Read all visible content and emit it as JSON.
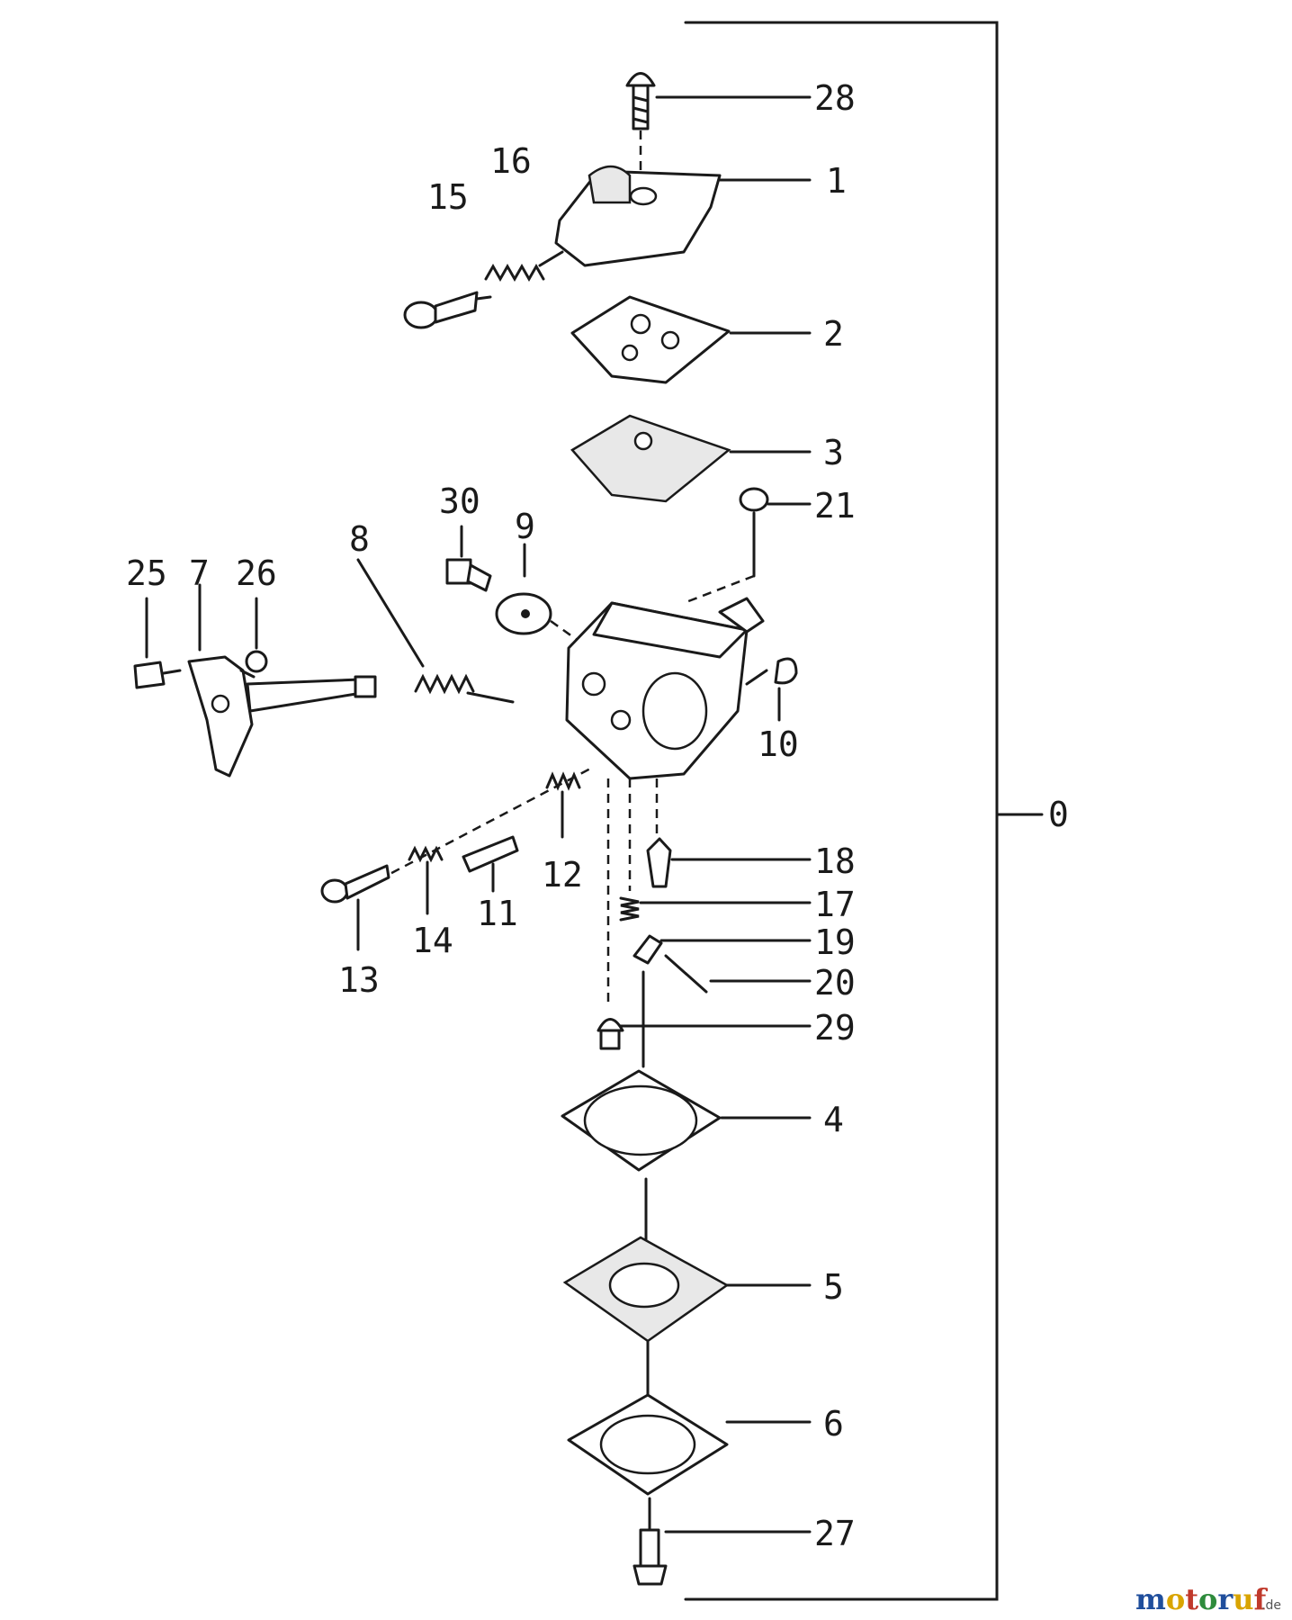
{
  "diagram": {
    "assembly_label": "0",
    "parts": [
      {
        "id": "28",
        "label": "28"
      },
      {
        "id": "1",
        "label": "1"
      },
      {
        "id": "16",
        "label": "16"
      },
      {
        "id": "15",
        "label": "15"
      },
      {
        "id": "2",
        "label": "2"
      },
      {
        "id": "3",
        "label": "3"
      },
      {
        "id": "21",
        "label": "21"
      },
      {
        "id": "30",
        "label": "30"
      },
      {
        "id": "9",
        "label": "9"
      },
      {
        "id": "8",
        "label": "8"
      },
      {
        "id": "25",
        "label": "25"
      },
      {
        "id": "7",
        "label": "7"
      },
      {
        "id": "26",
        "label": "26"
      },
      {
        "id": "10",
        "label": "10"
      },
      {
        "id": "12",
        "label": "12"
      },
      {
        "id": "11",
        "label": "11"
      },
      {
        "id": "14",
        "label": "14"
      },
      {
        "id": "13",
        "label": "13"
      },
      {
        "id": "18",
        "label": "18"
      },
      {
        "id": "17",
        "label": "17"
      },
      {
        "id": "19",
        "label": "19"
      },
      {
        "id": "20",
        "label": "20"
      },
      {
        "id": "29",
        "label": "29"
      },
      {
        "id": "4",
        "label": "4"
      },
      {
        "id": "5",
        "label": "5"
      },
      {
        "id": "6",
        "label": "6"
      },
      {
        "id": "27",
        "label": "27"
      }
    ]
  },
  "watermark": {
    "brand": "motoruf",
    "tld": ".de",
    "colors": [
      "#1f4e9c",
      "#d9a400",
      "#c0392b",
      "#2e8b3c"
    ]
  }
}
